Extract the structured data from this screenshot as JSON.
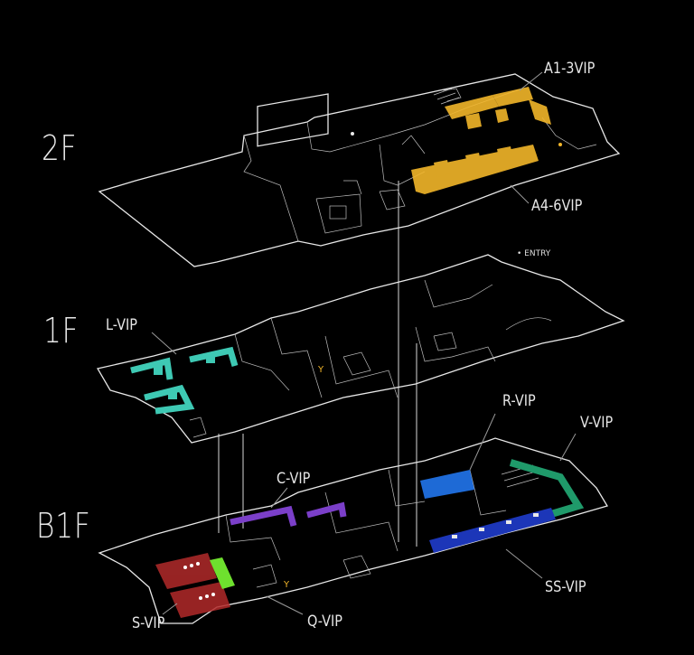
{
  "floors": {
    "upper": "2F",
    "ground": "1F",
    "basement": "B1F"
  },
  "rooms": {
    "a1_3": "A1-3VIP",
    "a4_6": "A4-6VIP",
    "entry": "• ENTRY",
    "l_vip": "L-VIP",
    "r_vip": "R-VIP",
    "v_vip": "V-VIP",
    "c_vip": "C-VIP",
    "ss_vip": "SS-VIP",
    "s_vip": "S-VIP",
    "q_vip": "Q-VIP"
  },
  "colors": {
    "background": "#000000",
    "lines": "#e8e8e8",
    "a_vip": "#f2b62a",
    "l_vip": "#3ec9b4",
    "r_vip": "#1e6ad6",
    "v_vip": "#1f9a6a",
    "c_vip": "#7b3fc9",
    "ss_vip": "#1c36b8",
    "s_vip": "#b22a2a",
    "q_vip": "#6ee02e"
  }
}
